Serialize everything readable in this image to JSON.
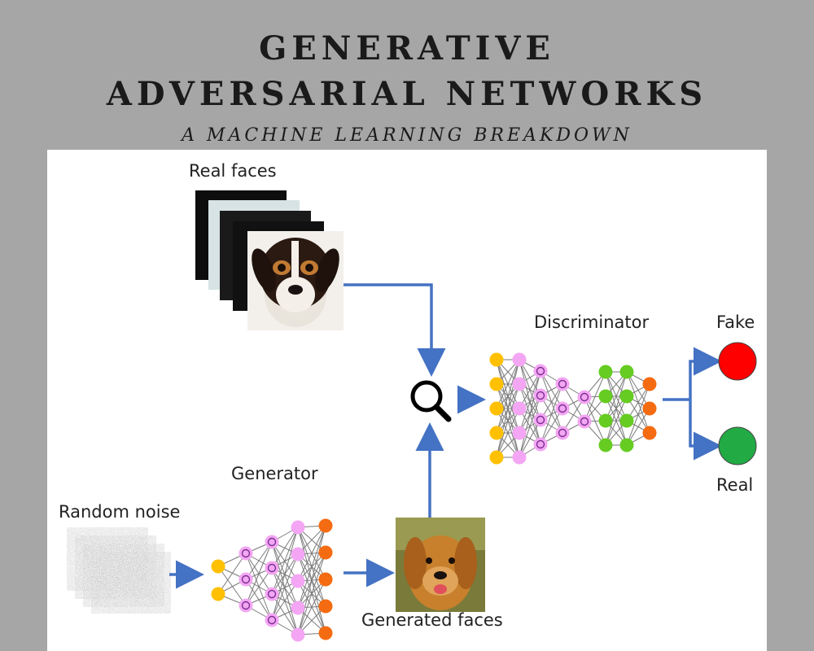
{
  "header": {
    "title_line1": "GENERATIVE",
    "title_line2": "ADVERSARIAL NETWORKS",
    "subtitle": "A MACHINE LEARNING BREAKDOWN"
  },
  "diagram": {
    "real_faces_label": "Real faces",
    "random_noise_label": "Random noise",
    "generator_label": "Generator",
    "generated_faces_label": "Generated faces",
    "discriminator_label": "Discriminator",
    "fake_label": "Fake",
    "real_label": "Real",
    "colors": {
      "arrow": "#4472c4",
      "input_node": "#ffc000",
      "hidden_node": "#f4a6f4",
      "inner_node": "#66cc22",
      "output_node": "#f46b11",
      "fake_circle": "#ff0000",
      "real_circle": "#22aa44",
      "background": "#a6a6a6"
    },
    "icons": [
      "magnifier-icon",
      "dog-photo",
      "noise-image"
    ]
  }
}
